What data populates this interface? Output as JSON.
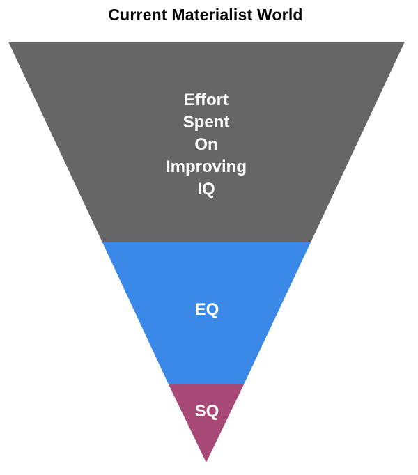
{
  "title": "Current Materialist World",
  "segments": [
    {
      "id": "iq",
      "label_lines": [
        "Effort",
        "Spent",
        "On",
        "Improving",
        "IQ"
      ],
      "color": "#666666"
    },
    {
      "id": "eq",
      "label_lines": [
        "EQ"
      ],
      "color": "#3a89e9"
    },
    {
      "id": "sq",
      "label_lines": [
        "SQ"
      ],
      "color": "#a84877"
    }
  ]
}
